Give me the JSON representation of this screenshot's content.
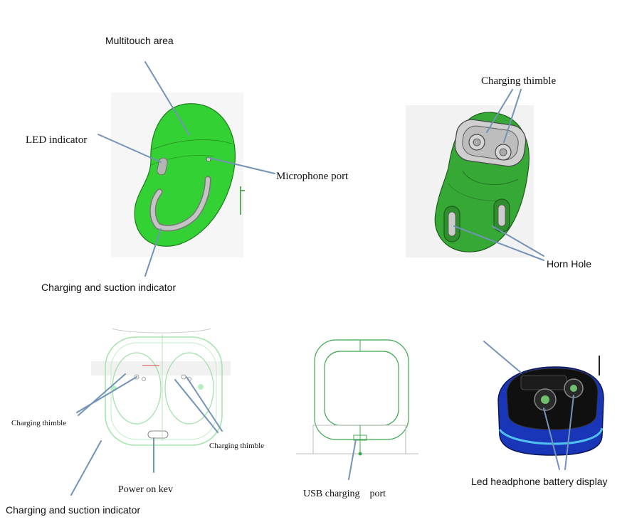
{
  "labels": {
    "multitouch_area": "Multitouch area",
    "led_indicator": "LED indicator",
    "microphone_port": "Microphone port",
    "charging_suction_top": "Charging and suction indicator",
    "charging_thimble_top": "Charging thimble",
    "horn_hole": "Horn Hole",
    "charging_thimble_left": "Charging thimble",
    "charging_thimble_right": "Charging thimble",
    "power_on_key": "Power on kev",
    "charging_suction_bottom": "Charging and suction indicator",
    "usb_charging_port": "USB charging    port",
    "led_battery_display": "Led headphone battery display"
  },
  "colors": {
    "bud_green": "#2fd12f",
    "bud_dark_green": "#1e8f1e",
    "pointer_blue": "#7393b8",
    "case_blue": "#1b3cc4",
    "outline_green": "#7fd88a"
  }
}
